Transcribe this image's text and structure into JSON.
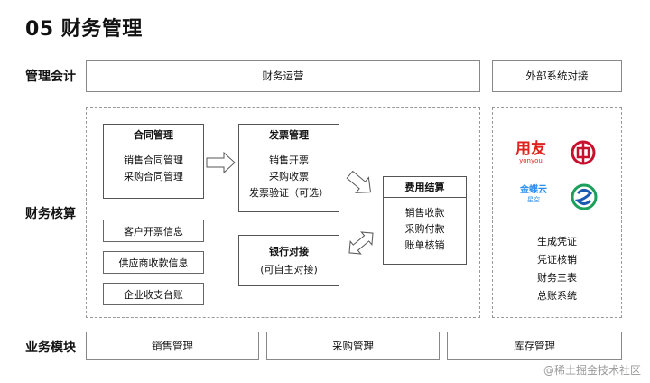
{
  "title": "05 财务管理",
  "rows": {
    "management_accounting": "管理会计",
    "financial_accounting": "财务核算",
    "business_modules": "业务模块"
  },
  "top": {
    "finance_ops": "财务运营",
    "external_integration": "外部系统对接"
  },
  "contract": {
    "title": "合同管理",
    "items": [
      "销售合同管理",
      "采购合同管理"
    ]
  },
  "invoice": {
    "title": "发票管理",
    "items": [
      "销售开票",
      "采购收票",
      "发票验证（可选）"
    ]
  },
  "expense": {
    "title": "费用结算",
    "items": [
      "销售收款",
      "采购付款",
      "账单核销"
    ]
  },
  "bank": {
    "title": "银行对接",
    "subtitle": "(可自主对接)"
  },
  "left_boxes": [
    "客户开票信息",
    "供应商收款信息",
    "企业收支台账"
  ],
  "external": {
    "logos": {
      "yonyou_main": "用友",
      "yonyou_sub": "yonyou",
      "kingdee_main": "金蝶云",
      "kingdee_sub": "星空"
    },
    "items": [
      "生成凭证",
      "凭证核销",
      "财务三表",
      "总账系统"
    ]
  },
  "business": [
    "销售管理",
    "采购管理",
    "库存管理"
  ],
  "watermark": "@稀土掘金技术社区",
  "colors": {
    "yonyou_red": "#e0211d",
    "boc_red": "#c8102e",
    "kingdee_blue": "#2a8df0",
    "ccb_green": "#1aa05a"
  }
}
